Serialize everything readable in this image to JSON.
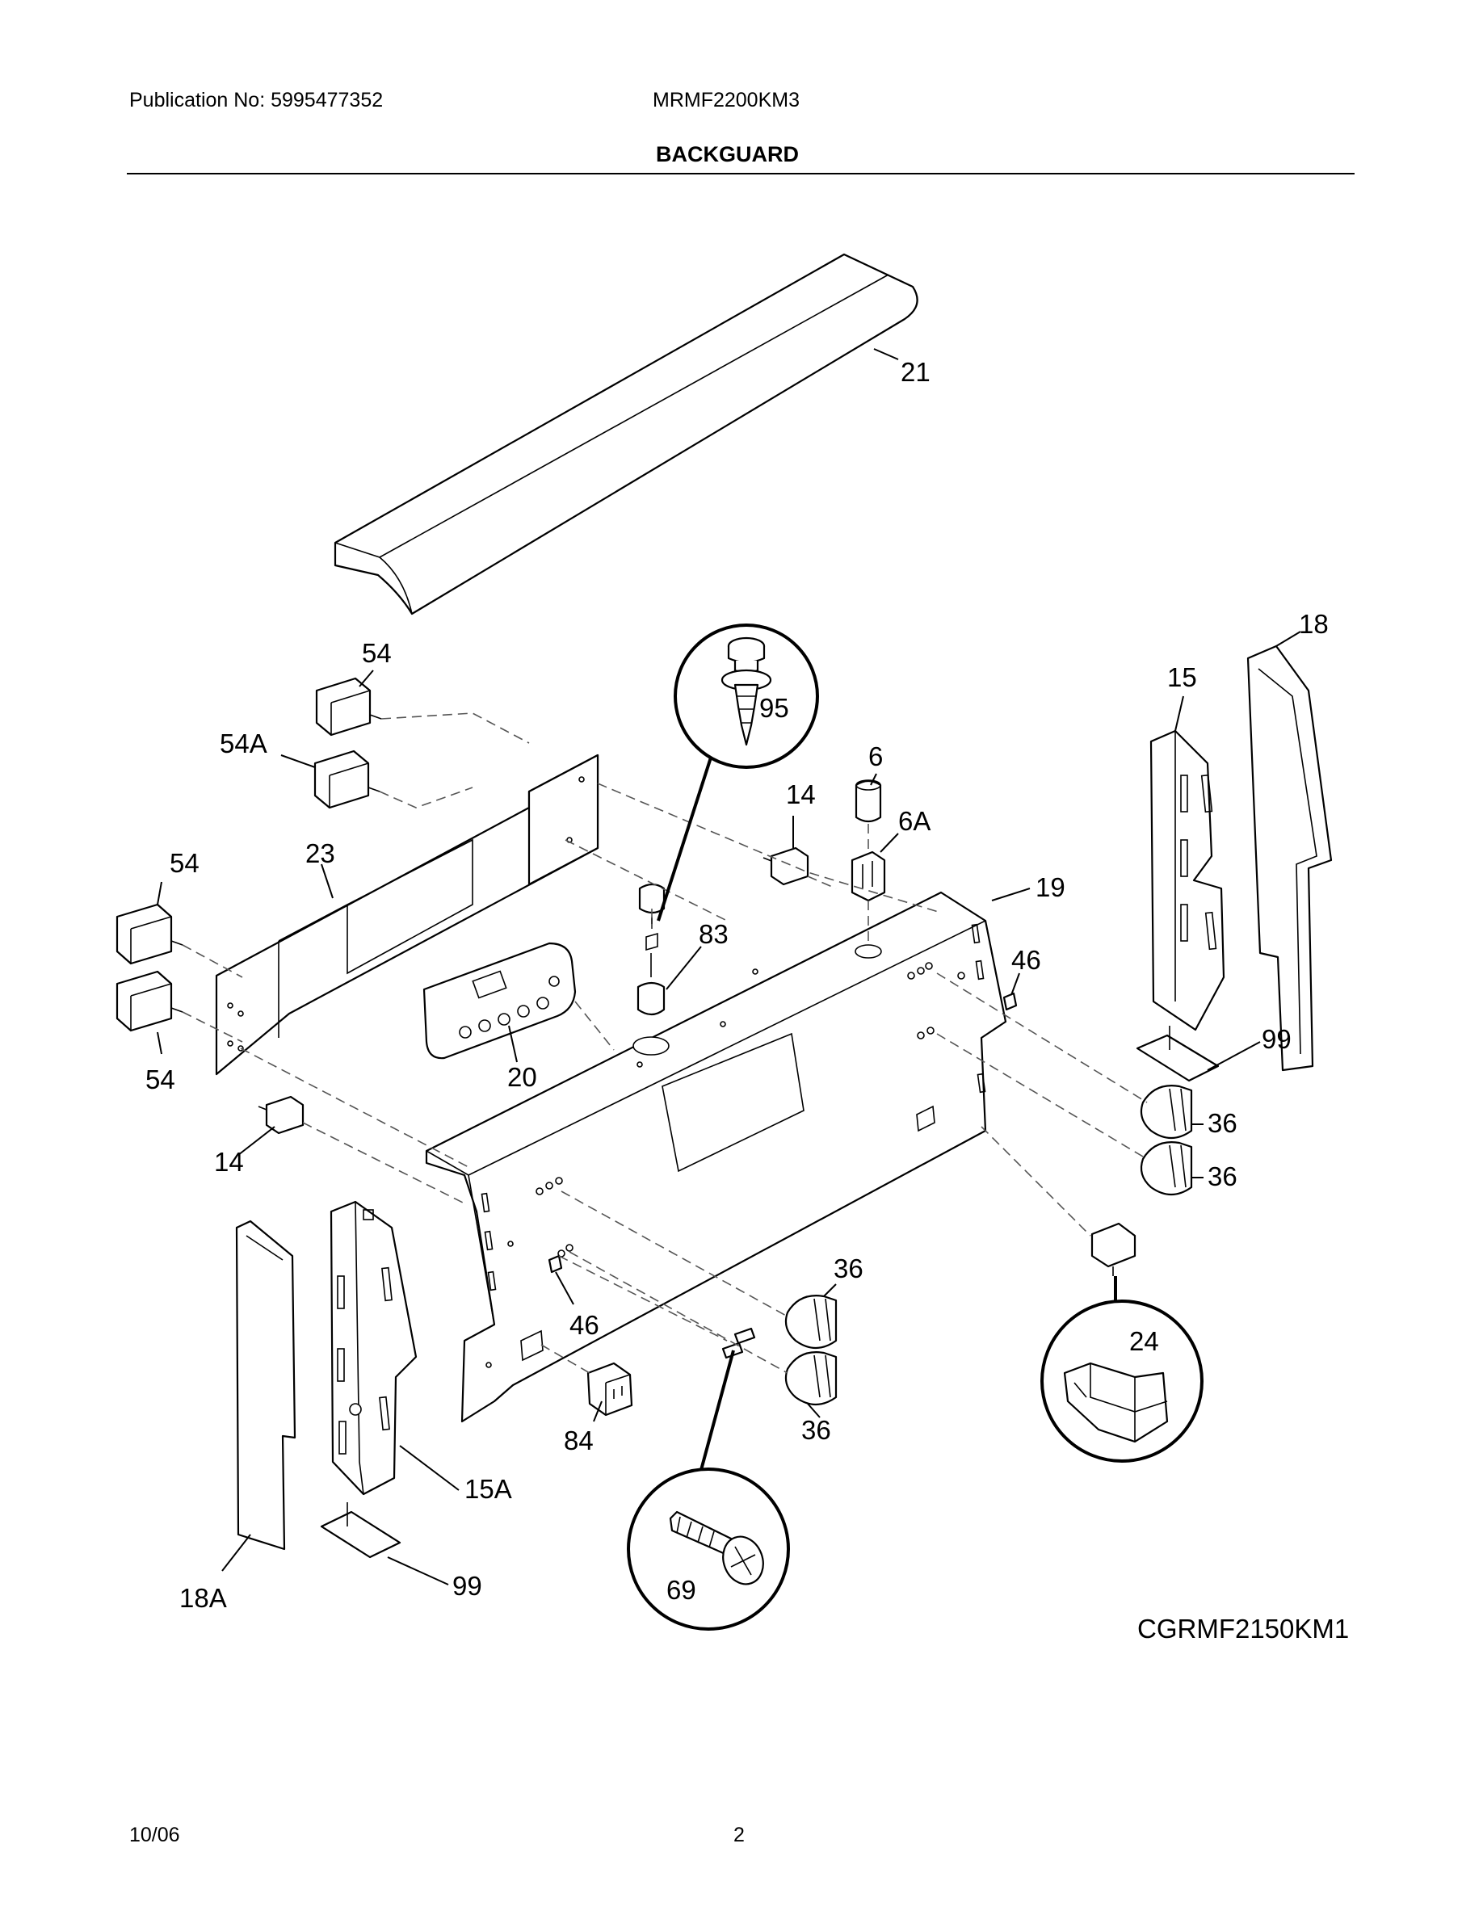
{
  "header": {
    "publication": "Publication No: 5995477352",
    "model": "MRMF2200KM3",
    "section": "BACKGUARD"
  },
  "footer": {
    "date": "10/06",
    "page": "2"
  },
  "diagram": {
    "code": "CGRMF2150KM1",
    "callouts": [
      "21",
      "18",
      "15",
      "54",
      "54A",
      "54",
      "54",
      "23",
      "95",
      "6",
      "6A",
      "14",
      "19",
      "83",
      "46",
      "20",
      "99",
      "36",
      "36",
      "14",
      "36",
      "46",
      "24",
      "84",
      "36",
      "15A",
      "69",
      "18A",
      "99"
    ]
  }
}
